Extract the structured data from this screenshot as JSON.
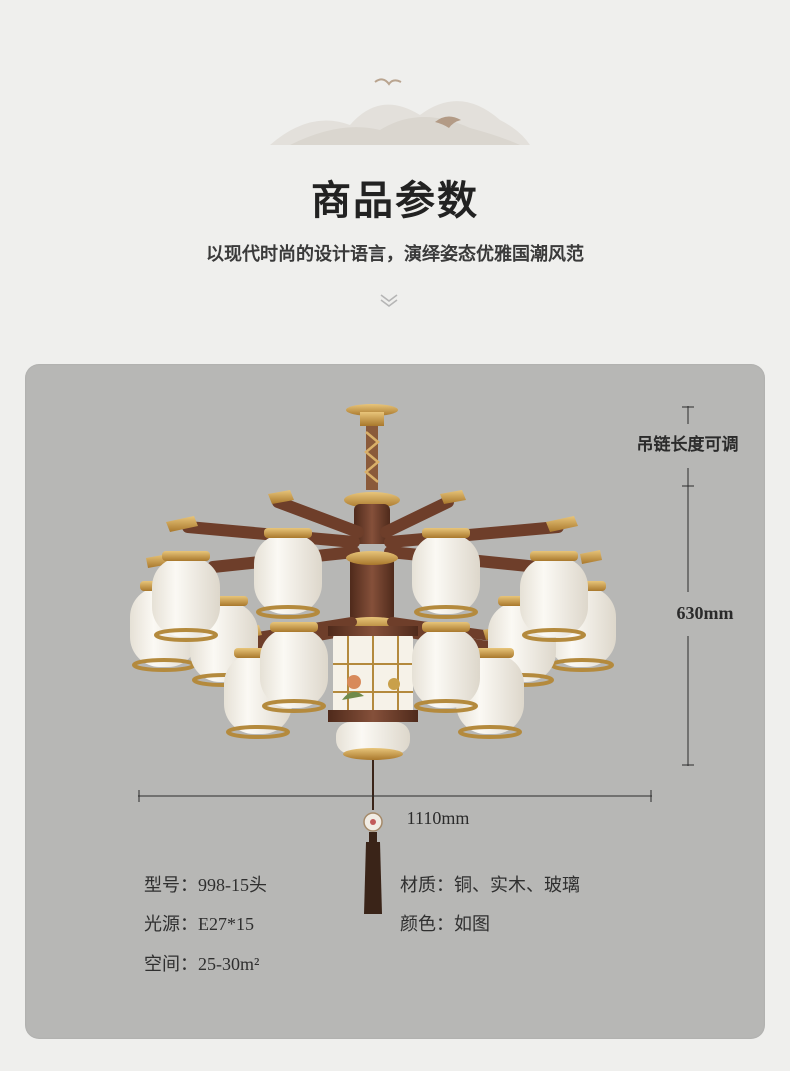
{
  "header": {
    "title": "商品参数",
    "subtitle": "以现代时尚的设计语言，演绎姿态优雅国潮风范"
  },
  "dimensions": {
    "chain_note": "吊链长度可调",
    "height": "630mm",
    "width": "1110mm"
  },
  "specs": {
    "model_label": "型号：",
    "model_value": "998-15头",
    "source_label": "光源：",
    "source_value": "E27*15",
    "space_label": "空间：",
    "space_value": "25-30m²",
    "material_label": "材质：",
    "material_value": "铜、实木、玻璃",
    "color_label": "颜色：",
    "color_value": "如图"
  },
  "colors": {
    "background": "#efefed",
    "panel": "#b7b7b5",
    "brass": "#c89a45",
    "wood": "#6e3e2a",
    "glass": "#f4f1ea",
    "tassel": "#3a2418"
  }
}
